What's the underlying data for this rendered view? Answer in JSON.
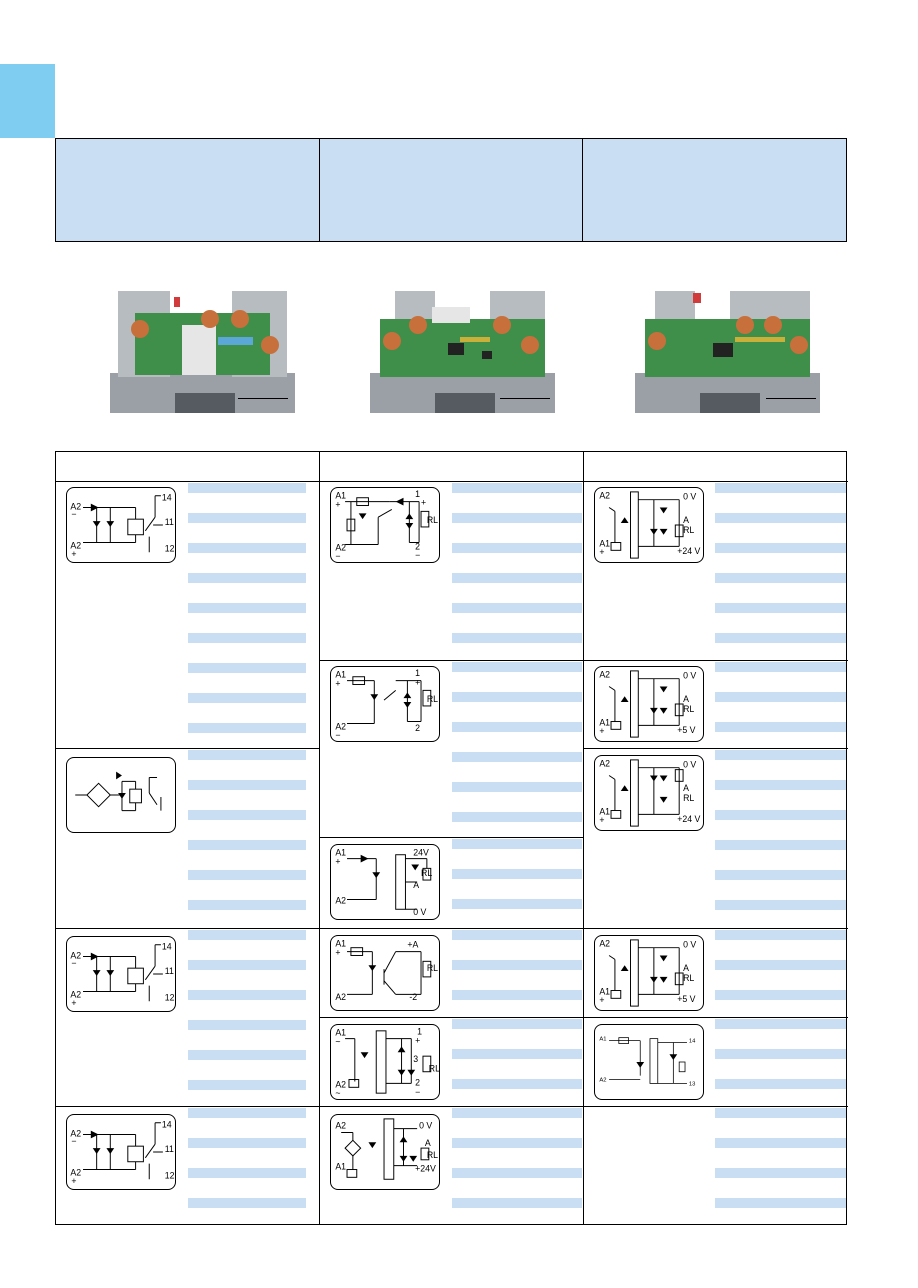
{
  "page": {
    "accent_color": "#7fcef2",
    "table_fill_color": "#c9def2",
    "photo_board_color": "#3f8f4a",
    "photo_housing_color": "#9aa0a6"
  },
  "header_table": {
    "columns": 3
  },
  "product_photos": [
    {
      "icon": "relay-module-photo"
    },
    {
      "icon": "optocoupler-module-photo"
    },
    {
      "icon": "solid-state-module-photo"
    }
  ],
  "schematics": {
    "relay": {
      "terminal_top": "14",
      "terminal_mid": "11",
      "terminal_bottom": "12",
      "coil_minus": "A2",
      "coil_minus_sign": "−",
      "coil_plus": "A2",
      "coil_plus_sign": "+"
    },
    "opto": {
      "input_plus": "A1",
      "input_plus_sign": "+",
      "input_minus": "A2",
      "input_minus_sign": "−",
      "out_1": "1",
      "out_2": "2",
      "out_plus": "+",
      "out_minus": "−",
      "load": "RL"
    },
    "opto_24v": {
      "input_plus": "A1",
      "input_plus_sign": "+",
      "input_minus": "A2",
      "supply": "24V",
      "load": "RL",
      "output": "A",
      "zero": "0 V"
    },
    "opto_a": {
      "input_plus": "A1",
      "input_plus_sign": "+",
      "input_minus": "A2",
      "out_plus": "+A",
      "out_minus": "-2",
      "load": "RL"
    },
    "opto_ac": {
      "input_1": "A1",
      "input_1_sign": "~",
      "input_2": "A2",
      "input_2_sign": "~",
      "out_1": "1",
      "out_3": "3",
      "out_2": "2",
      "out_plus": "+",
      "out_minus": "−",
      "load": "RL"
    },
    "opto_bridge": {
      "input_2": "A2",
      "input_1": "A1",
      "zero": "0 V",
      "output": "A",
      "load": "RL",
      "supply": "+24V"
    },
    "ss24": {
      "input_2": "A2",
      "input_1": "A1",
      "input_1_sign": "+",
      "zero": "0 V",
      "output": "A",
      "load": "RL",
      "supply": "+24 V"
    },
    "ss5": {
      "input_2": "A2",
      "input_1": "A1",
      "input_1_sign": "+",
      "zero": "0 V",
      "output": "A",
      "load": "RL",
      "supply": "+5 V"
    },
    "ss_small": {
      "input_1": "A1",
      "input_2": "A2",
      "out_top": "14",
      "out_bottom": "13"
    }
  }
}
